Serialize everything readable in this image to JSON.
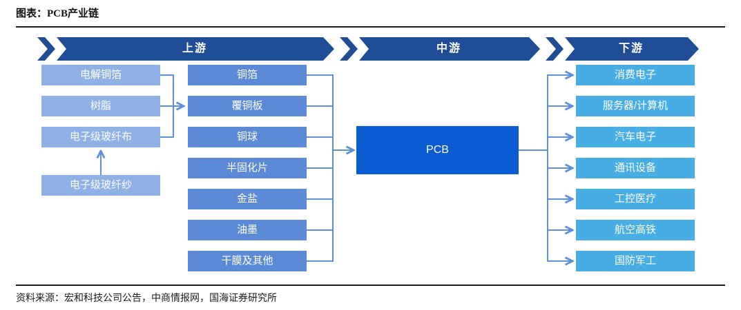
{
  "title": "图表：PCB产业链",
  "banners": {
    "upstream": "上游",
    "midstream": "中游",
    "downstream": "下游"
  },
  "upstream_inputs": {
    "items": [
      "电解铜箔",
      "树脂",
      "电子级玻纤布",
      "电子级玻纤纱"
    ]
  },
  "upstream_materials": {
    "items": [
      "铜箔",
      "覆铜板",
      "铜球",
      "半固化片",
      "金盐",
      "油墨",
      "干膜及其他"
    ]
  },
  "midstream_product": "PCB",
  "downstream_applications": {
    "items": [
      "消费电子",
      "服务器/计算机",
      "汽车电子",
      "通讯设备",
      "工控医疗",
      "航空高铁",
      "国防军工"
    ]
  },
  "source": "资料来源：宏和科技公司公告，中商情报网，国海证券研究所",
  "colors": {
    "banner": "#1F4E97",
    "input_box": "#8FB2E6",
    "material_box": "#5B8AD6",
    "pcb_box": "#0B5BD3",
    "application_box": "#47ADE2",
    "connector": "#5E8FDC"
  }
}
